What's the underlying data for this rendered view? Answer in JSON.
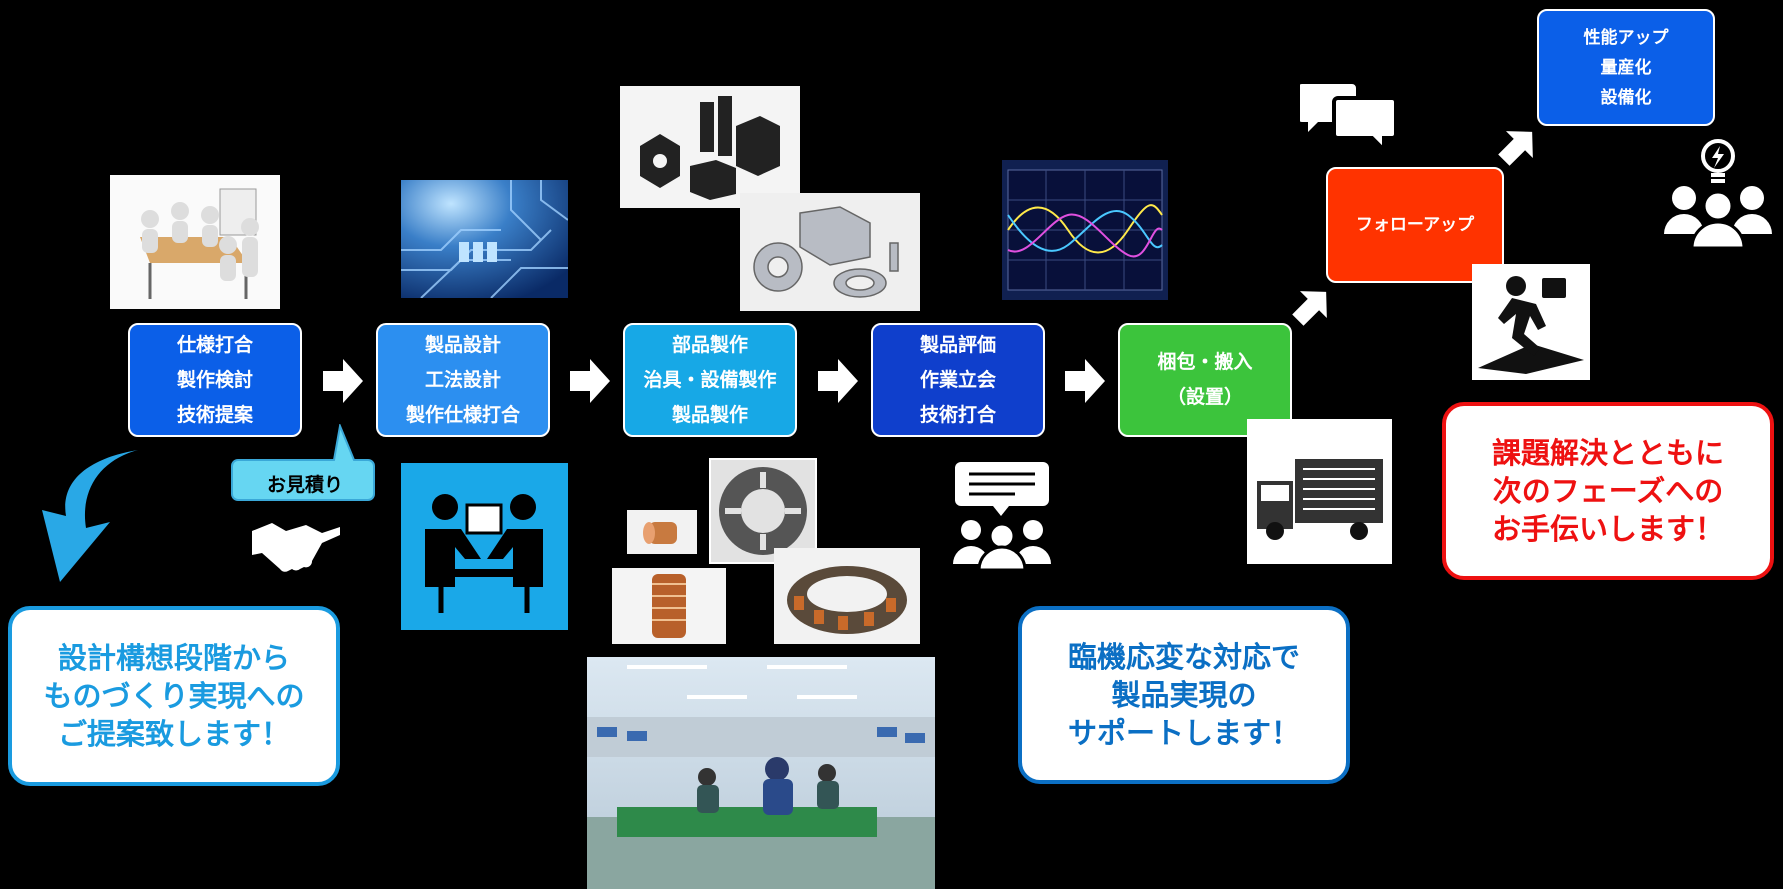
{
  "steps": [
    {
      "lines": [
        "仕様打合",
        "製作検討",
        "技術提案"
      ],
      "color": "#0b5fe8"
    },
    {
      "lines": [
        "製品設計",
        "工法設計",
        "製作仕様打合"
      ],
      "color": "#2c8ff0"
    },
    {
      "lines": [
        "部品製作",
        "治具・設備製作",
        "製品製作"
      ],
      "color": "#17a8e6"
    },
    {
      "lines": [
        "製品評価",
        "作業立会",
        "技術打合"
      ],
      "color": "#0f3fcc"
    },
    {
      "lines": [
        "梱包・搬入",
        "（設置）"
      ],
      "color": "#3cc43c"
    }
  ],
  "follow_up": {
    "label": "フォローアップ",
    "color": "#ff3300"
  },
  "future": {
    "lines": [
      "性能アップ",
      "量産化",
      "設備化"
    ],
    "color": "#0b5fe8"
  },
  "estimate_bubble": "お見積り",
  "callouts": {
    "design": {
      "lines": [
        "設計構想段階から",
        "ものづくり実現への",
        "ご提案致します！"
      ],
      "color": "#1a9be0"
    },
    "support": {
      "lines": [
        "臨機応変な対応で",
        "製品実現の",
        "サポートします！"
      ],
      "color": "#0b6fc4"
    },
    "next": {
      "lines": [
        "課題解決とともに",
        "次のフェーズへの",
        "お手伝いします！"
      ],
      "color": "#ee1111"
    }
  },
  "icons": [
    "meeting-figures-photo",
    "circuit-board-photo",
    "machined-parts-photo",
    "oscilloscope-photo",
    "handshake-icon",
    "design-meeting-icon",
    "stator-parts-photo",
    "factory-floor-photo",
    "presentation-group-icon",
    "truck-icon",
    "chat-bubbles-icon",
    "person-exit-icon",
    "idea-team-icon"
  ]
}
